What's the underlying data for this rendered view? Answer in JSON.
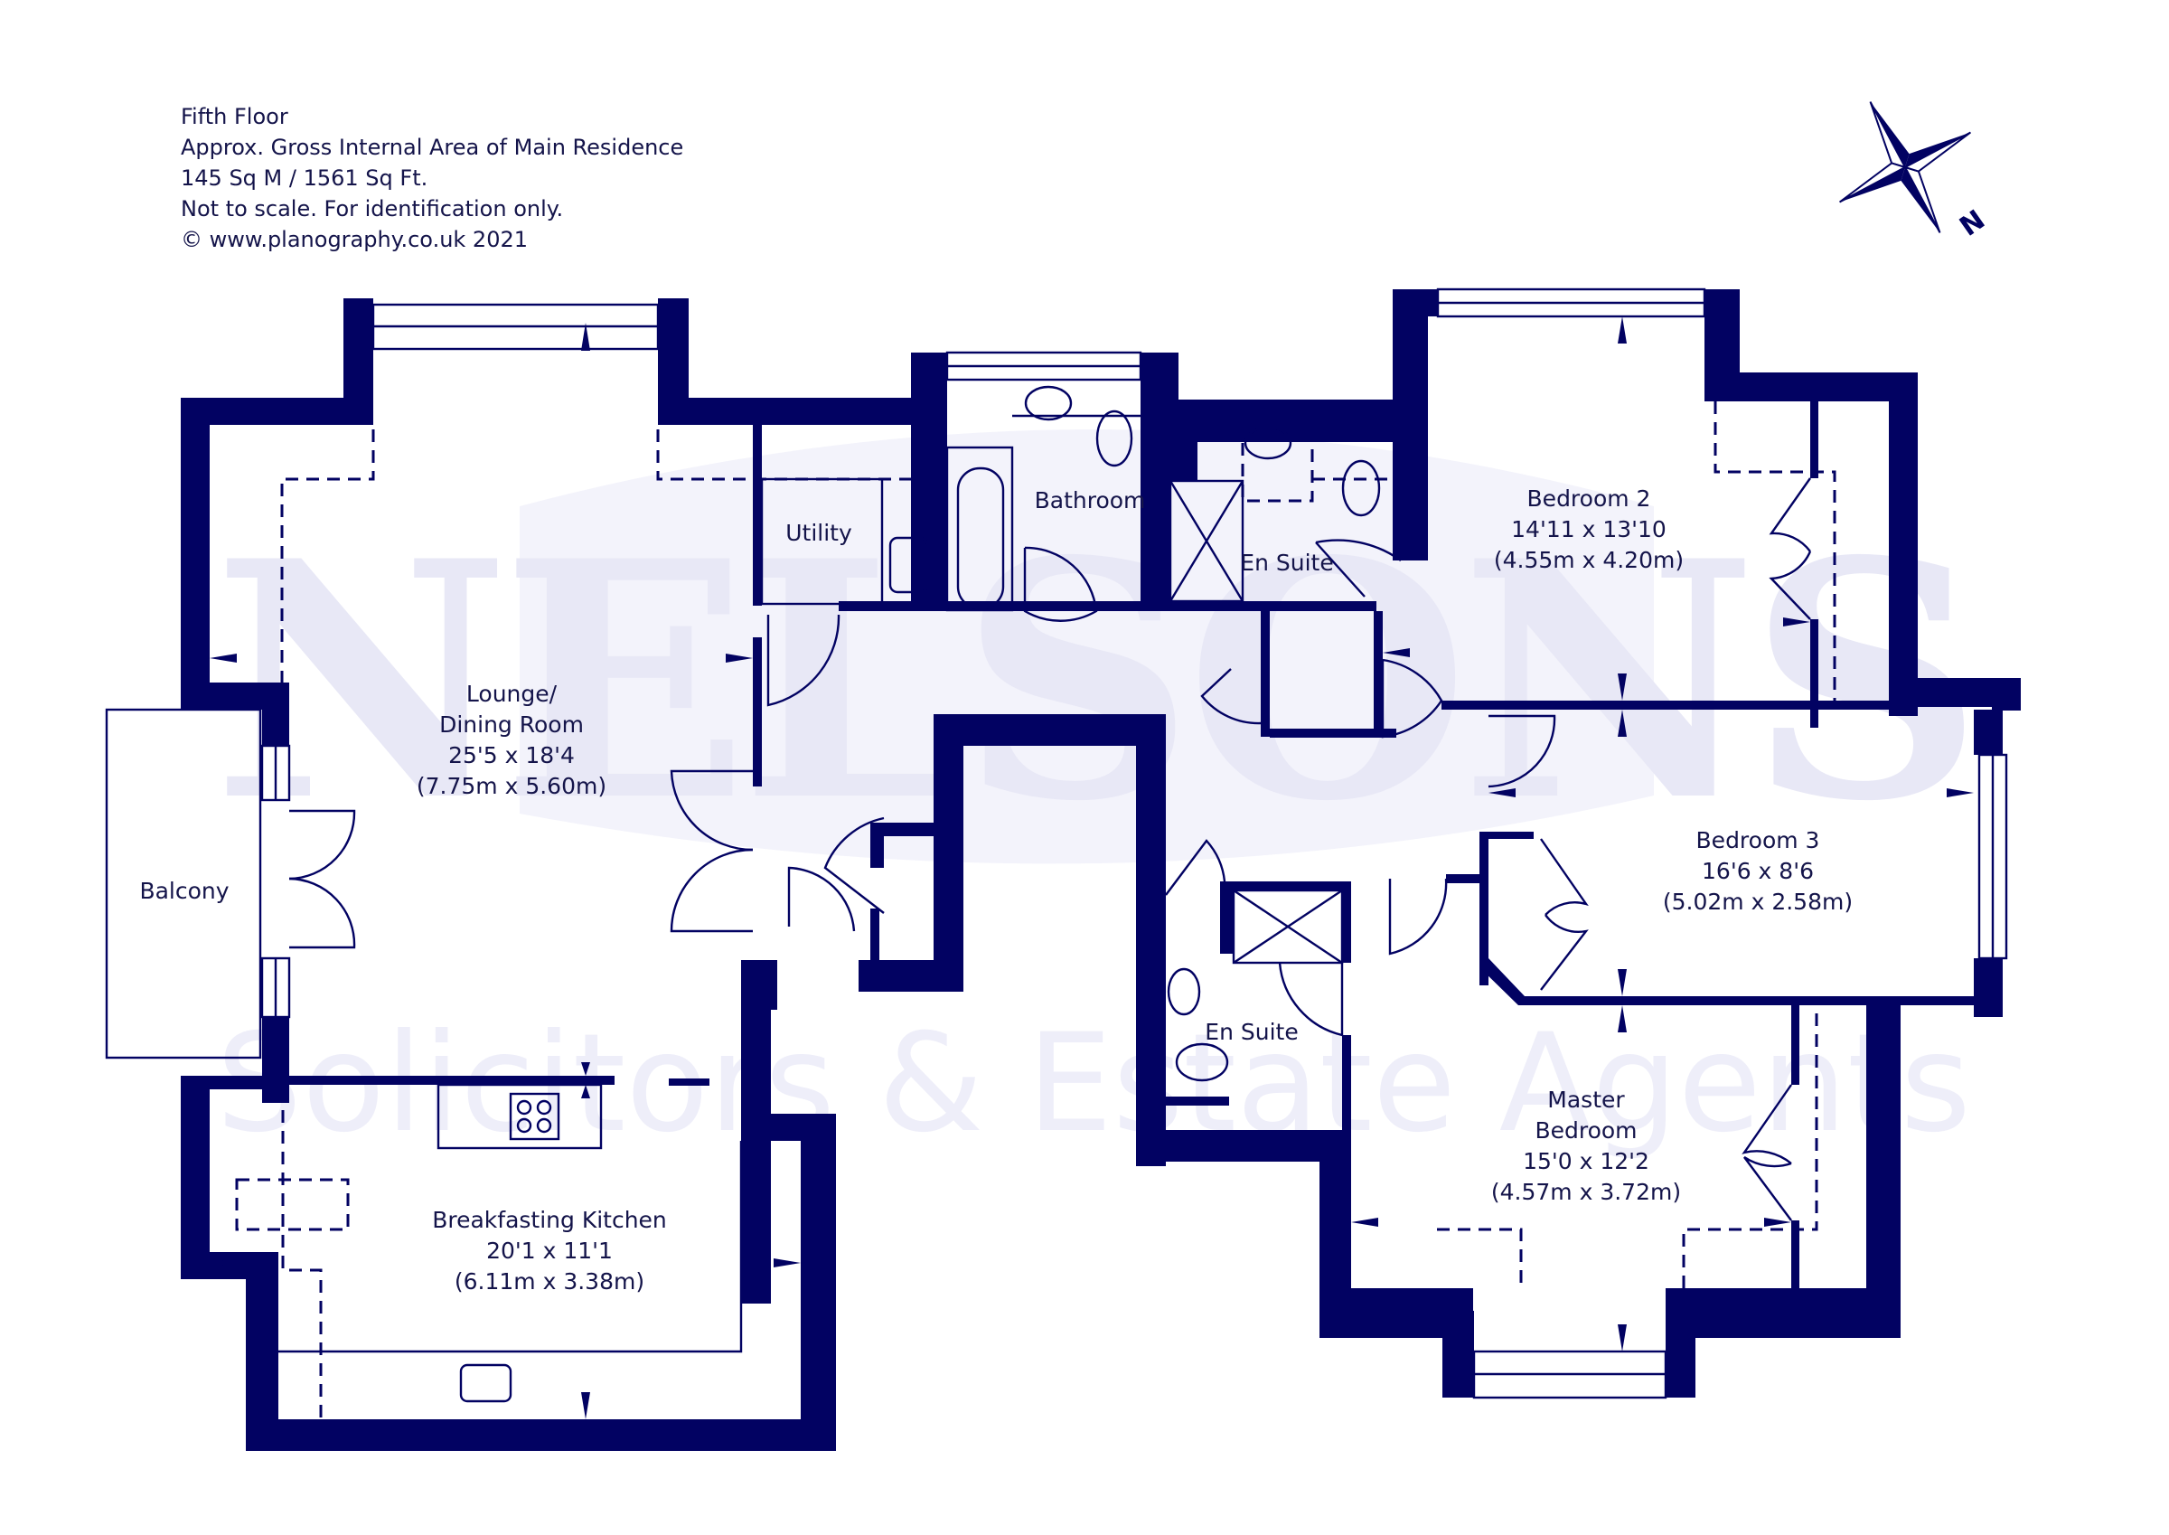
{
  "info": {
    "floor": "Fifth Floor",
    "area_title": "Approx. Gross Internal Area of Main Residence",
    "area_value": "145 Sq M / 1561 Sq Ft.",
    "disclaimer": "Not to scale. For identification only.",
    "copyright": "© www.planography.co.uk 2021"
  },
  "compass": {
    "label": "N"
  },
  "watermark": {
    "brand": "NELSONS",
    "tagline": "Solicitors & Estate Agents"
  },
  "rooms": {
    "lounge": {
      "name_line1": "Lounge/",
      "name_line2": "Dining Room",
      "imperial": "25'5 x 18'4",
      "metric": "(7.75m x 5.60m)"
    },
    "kitchen": {
      "name": "Breakfasting Kitchen",
      "imperial": "20'1 x 11'1",
      "metric": "(6.11m x 3.38m)"
    },
    "balcony": {
      "name": "Balcony"
    },
    "utility": {
      "name": "Utility"
    },
    "bathroom": {
      "name": "Bathroom"
    },
    "ensuite1": {
      "name": "En Suite"
    },
    "ensuite2": {
      "name": "En Suite"
    },
    "bedroom2": {
      "name": "Bedroom 2",
      "imperial": "14'11 x 13'10",
      "metric": "(4.55m x 4.20m)"
    },
    "bedroom3": {
      "name": "Bedroom 3",
      "imperial": "16'6 x 8'6",
      "metric": "(5.02m x 2.58m)"
    },
    "master": {
      "name_line1": "Master",
      "name_line2": "Bedroom",
      "imperial": "15'0 x 12'2",
      "metric": "(4.57m x 3.72m)"
    }
  },
  "colors": {
    "wall": "#020262",
    "text": "#14144a",
    "watermark": "#e8e8f6",
    "background": "#ffffff"
  }
}
